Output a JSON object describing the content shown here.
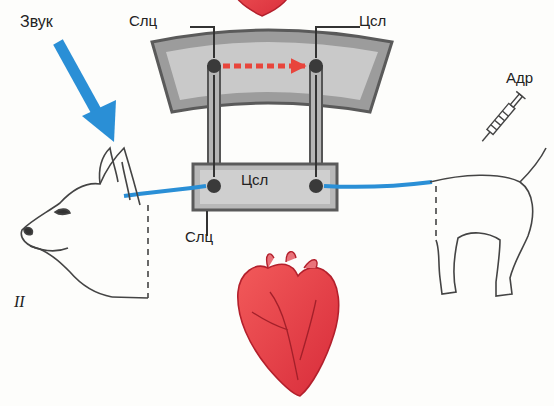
{
  "diagram": {
    "nodes": [
      {
        "text": [
          "Слц"
        ]
      },
      {
        "text": [
          "Цсл"
        ]
      },
      {
        "text": [
          "Цсл"
        ]
      },
      {
        "text": [
          "Слц"
        ]
      }
    ],
    "edges": [
      {
        "from": 0,
        "to": 1,
        "arrow": "to"
      },
      {
        "from": 0,
        "to": 3,
        "arrow": "none"
      },
      {
        "from": 1,
        "to": 2,
        "arrow": "none"
      }
    ],
    "labels": [
      "Звук",
      "Адр",
      "II"
    ]
  }
}
